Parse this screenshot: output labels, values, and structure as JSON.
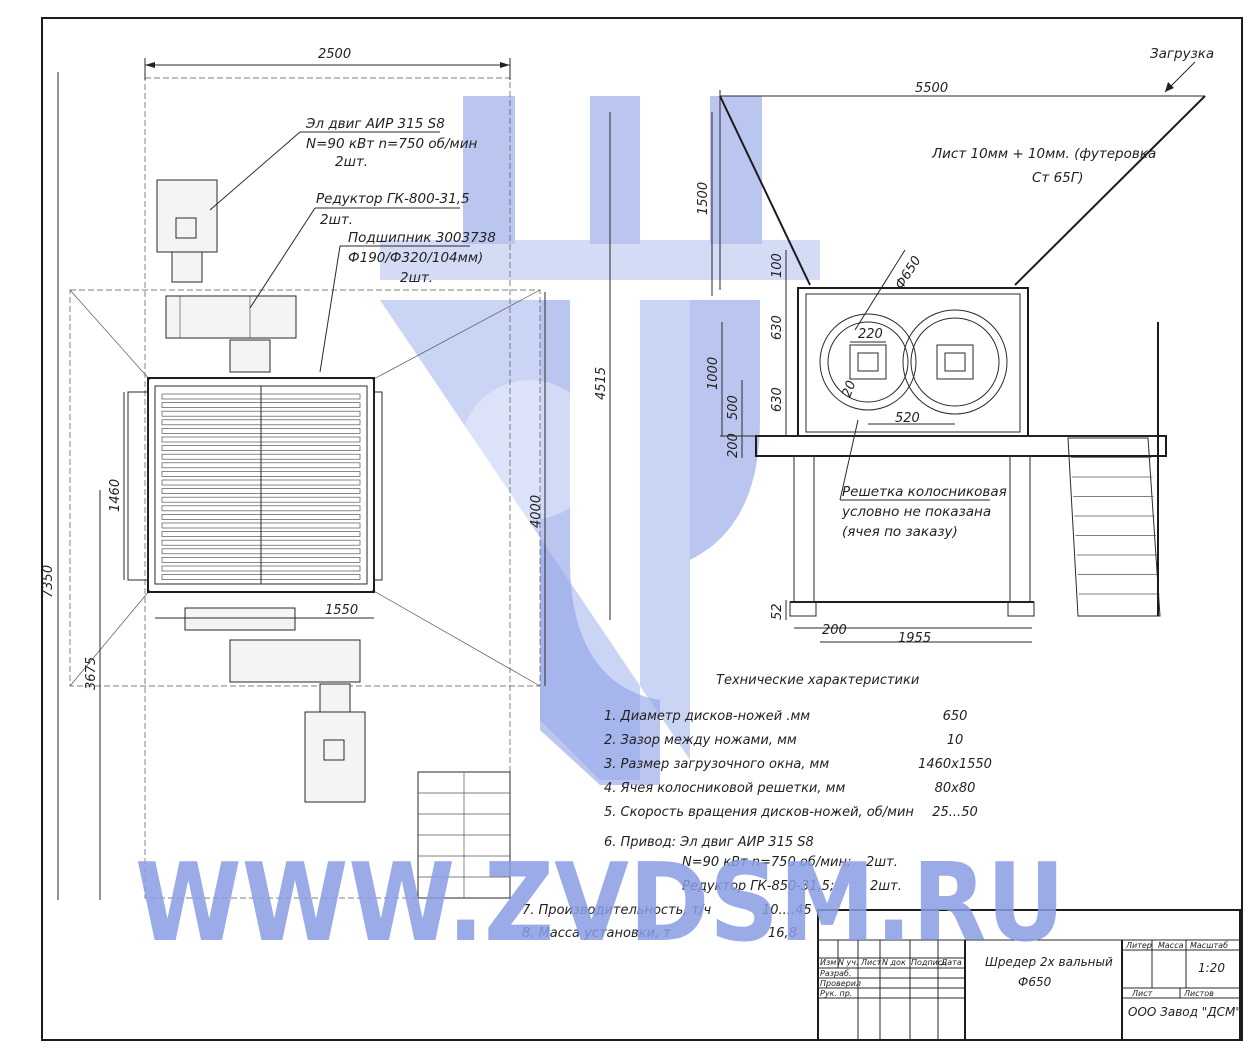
{
  "dims": {
    "width_plan": "2500",
    "total_length": "5500",
    "loading": "Загрузка",
    "h7350": "7350",
    "h3675": "3675",
    "h1460": "1460",
    "w1550": "1550",
    "h4000": "4000",
    "h4515": "4515",
    "h1500": "1500",
    "h100": "100",
    "h1000": "1000",
    "h630a": "630",
    "h630b": "630",
    "h500": "500",
    "h200": "200",
    "h52": "52",
    "d650": "Ф650",
    "w220": "220",
    "w520": "520",
    "r20": "20",
    "w200": "200",
    "w1955": "1955"
  },
  "callouts": {
    "motor_l1": "Эл двиг АИР 315 S8",
    "motor_l2": "N=90 кВт n=750 об/мин",
    "motor_l3": "2шт.",
    "reducer_l1": "Редуктор ГК-800-31,5",
    "reducer_l2": "2шт.",
    "bearing_l1": "Подшипник 3003738",
    "bearing_l2": "Ф190/Ф320/104мм)",
    "bearing_l3": "2шт.",
    "sheet_l1": "Лист 10мм + 10мм. (футеровка",
    "sheet_l2": "Ст 65Г)",
    "grate_l1": "Решетка колосниковая",
    "grate_l2": "условно не показана",
    "grate_l3": "(ячея по заказу)"
  },
  "specs": {
    "title": "Технические характеристики",
    "items": [
      {
        "label": "1. Диаметр дисков-ножей .мм",
        "value": "650"
      },
      {
        "label": "2. Зазор между ножами, мм",
        "value": "10"
      },
      {
        "label": "3. Размер загрузочного окна, мм",
        "value": "1460x1550"
      },
      {
        "label": "4. Ячея колосниковой решетки, мм",
        "value": "80x80"
      },
      {
        "label": "5. Скорость вращения дисков-ножей, об/мин",
        "value": "25...50"
      }
    ],
    "drive_l1": "6. Привод: Эл двиг АИР 315 S8",
    "drive_l2": "N=90 кВт n=750 об/мин;",
    "drive_l2q": "2шт.",
    "drive_l3": "Редуктор ГК-850-31,5;",
    "drive_l3q": "2шт.",
    "items2": [
      {
        "label": "7. Производительность, т/ч",
        "value": "10....45"
      },
      {
        "label": "8. Масса установки, т",
        "value": "16,8"
      }
    ]
  },
  "title_block": {
    "name_l1": "Шредер 2х вальный",
    "name_l2": "Ф650",
    "col_izm": "Изм",
    "col_list": "N уч.",
    "col_list2": "Лист",
    "col_ndok": "N док",
    "col_podp": "Подпись",
    "col_data": "Дата",
    "row_razrab": "Разраб.",
    "row_prover": "Проверил",
    "row_ruk": "Рук. пр.",
    "litera": "Литер",
    "massa": "Масса",
    "masshtab": "Масштаб",
    "scale": "1:20",
    "list": "Лист",
    "listov": "Листов",
    "company": "ООО Завод \"ДСМ\""
  },
  "watermark": {
    "url": "WWW.ZVDSM.RU",
    "logo_color": "#8fa3e6"
  }
}
